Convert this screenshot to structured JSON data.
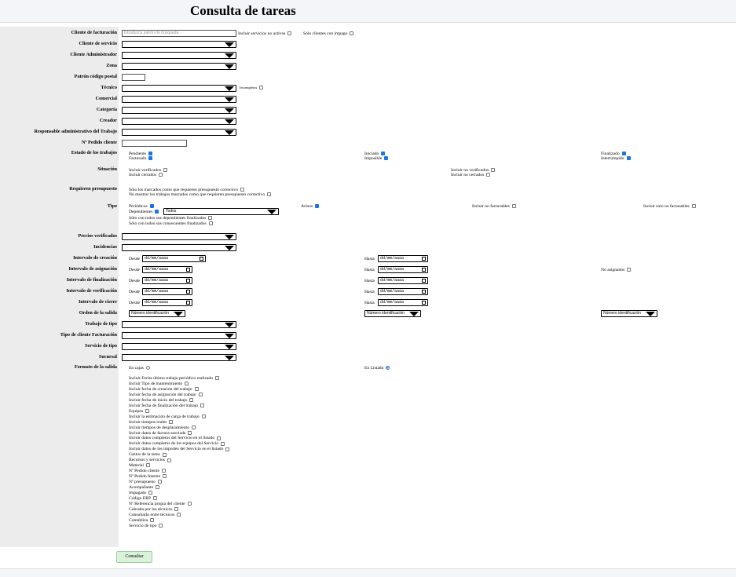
{
  "page": {
    "title": "Consulta de tareas"
  },
  "labels": {
    "cliente_facturacion": "Cliente de facturación",
    "cliente_servicio": "Cliente de servicio",
    "cliente_admin": "Cliente Administrador",
    "zona": "Zona",
    "patron_cp": "Patrón código postal",
    "tecnico": "Técnico",
    "comercial": "Comercial",
    "categoria": "Categoría",
    "creador": "Creador",
    "responsable": "Responsable administrativo del Trabajo",
    "pedido_cliente": "Nº Pedido cliente",
    "estado": "Estado de los trabajos",
    "situacion": "Situación",
    "requieren": "Requieren presupuesto",
    "tipo": "Tipo",
    "precios": "Precios verificados",
    "incidencias": "Incidencias",
    "int_creacion": "Intervalo de creación",
    "int_asignacion": "Intervalo de asignación",
    "int_finalizacion": "Intervalo de finalización",
    "int_verificacion": "Intervalo de verificación",
    "int_cierre": "Intervalo de cierre",
    "orden": "Orden de la salida",
    "trabajo_tipo": "Trabajo de tipo",
    "tipo_cliente": "Tipo de cliente Facturación",
    "servicio_tipo": "Servicio de tipo",
    "sucursal": "Sucursal",
    "formato": "Formato de la salida"
  },
  "search": {
    "placeholder": "Introduzca patrón de búsqueda"
  },
  "opts": {
    "incluir_no_activos": "Incluir servicios no activos",
    "solo_impago": "Sólo clientes con impago",
    "incompletos": "Incompletos"
  },
  "estado": {
    "pendiente": "Pendiente",
    "iniciado": "Iniciado",
    "finalizado": "Finalizado",
    "facturado": "Facturado",
    "imposible": "Imposible",
    "interrumpido": "Interrumpido"
  },
  "situacion": {
    "incl_verificados": "Incluir verificados",
    "incl_no_verificados": "Incluir no verificados",
    "incl_cerrados": "Incluir cerrados",
    "incl_no_cerrados": "Incluir no cerrados"
  },
  "requieren": {
    "line1": "Sólo los marcados como que requieren presupuesto correctivo",
    "line2": "No mostrar los trabajos marcados como que requieren presupuesto correctivo"
  },
  "tipo": {
    "periodicos": "Periódicos",
    "avisos": "Avisos",
    "no_facturables": "Incluir no facturables",
    "solo_no_facturables": "Incluir solo no facturables",
    "dependientes": "Dependientes",
    "dependientes_value": "Todos",
    "solo_fin": "Sólo con todos sus dependientes finalizados",
    "solo_consecuentes": "Sólo con todos sus consecuentes finalizados"
  },
  "intervalo": {
    "desde": "Desde",
    "hasta": "Hasta",
    "date_ph": "dd/mm/aaaa",
    "no_asignados": "No asignados"
  },
  "orden": {
    "value": "Número identificación"
  },
  "formato": {
    "en_cajas": "En cajas",
    "en_listado": "En Listado"
  },
  "output_options": [
    "Incluir Fecha último trabajo periódico realizado",
    "Incluir Tipo de mantenimiento",
    "Incluir fecha de creación del trabajo",
    "Incluir fecha de asignación del trabajo",
    "Incluir fecha de inicio del trabajo",
    "Incluir fecha de finalización del trabajo",
    "Equipos",
    "Incluir la estimación de carga de trabajo",
    "Incluir tiempos reales",
    "Incluir tiempos de desplazamiento",
    "Incluir datos de factura asociada",
    "Incluir datos completos del Servicio en el listado",
    "Incluir datos completos de los equipos del Servicio",
    "Incluir datos de los importes del Servicio en el listado",
    "Gastos de la tarea",
    "Recursos y servicios",
    "Material",
    "Nº Pedido cliente",
    "Nº Pedido Interno",
    "Nº presupuesto",
    "Acompañante",
    "Impagado",
    "Código ERP",
    "Nº Referencia propia del cliente",
    "Cobrada por los técnicos",
    "Consultarlo entre técnicos",
    "Contabliza",
    "Servicio de tipo"
  ],
  "submit": {
    "label": "Consultar"
  }
}
